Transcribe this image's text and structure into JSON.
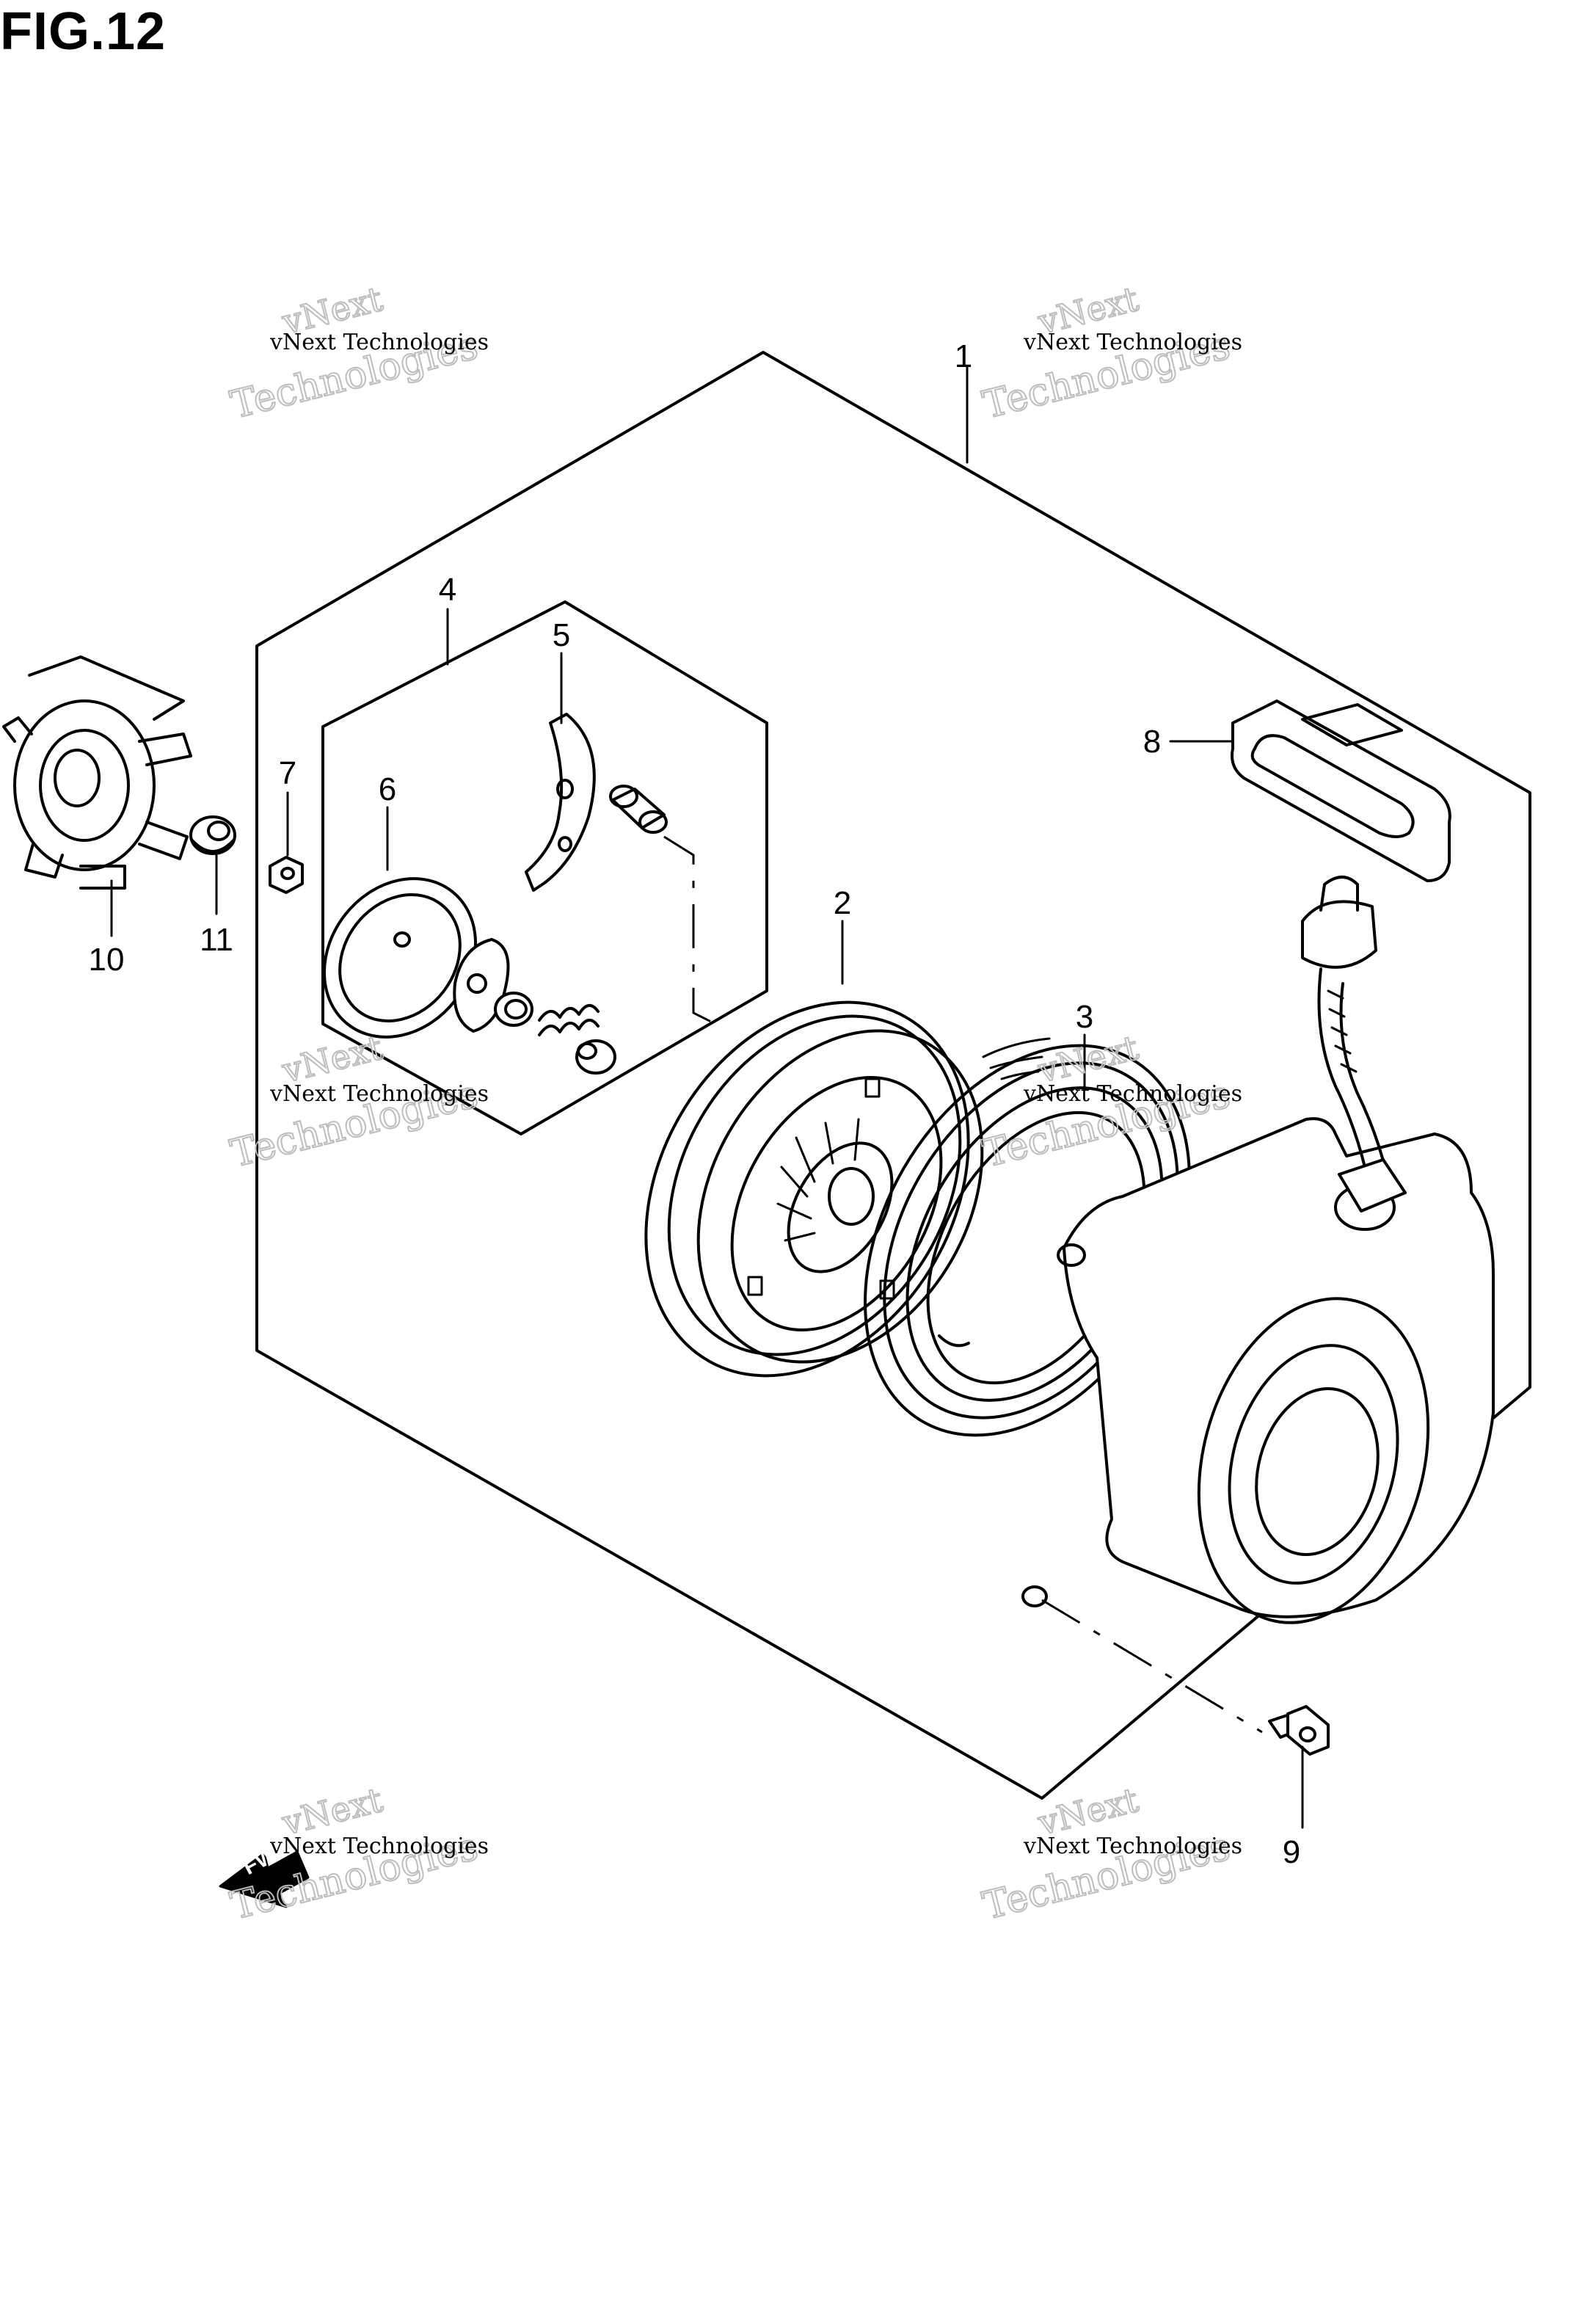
{
  "figure": {
    "title": "FIG.12"
  },
  "callouts": [
    {
      "id": "1",
      "label": "1"
    },
    {
      "id": "2",
      "label": "2"
    },
    {
      "id": "3",
      "label": "3"
    },
    {
      "id": "4",
      "label": "4"
    },
    {
      "id": "5",
      "label": "5"
    },
    {
      "id": "6",
      "label": "6"
    },
    {
      "id": "7",
      "label": "7"
    },
    {
      "id": "8",
      "label": "8"
    },
    {
      "id": "9",
      "label": "9"
    },
    {
      "id": "10",
      "label": "10"
    },
    {
      "id": "11",
      "label": "11"
    }
  ],
  "watermark": {
    "line": "vNext Technologies",
    "word1": "vNext",
    "word2": "Technologies"
  },
  "direction_marker": {
    "label": "FWD"
  }
}
